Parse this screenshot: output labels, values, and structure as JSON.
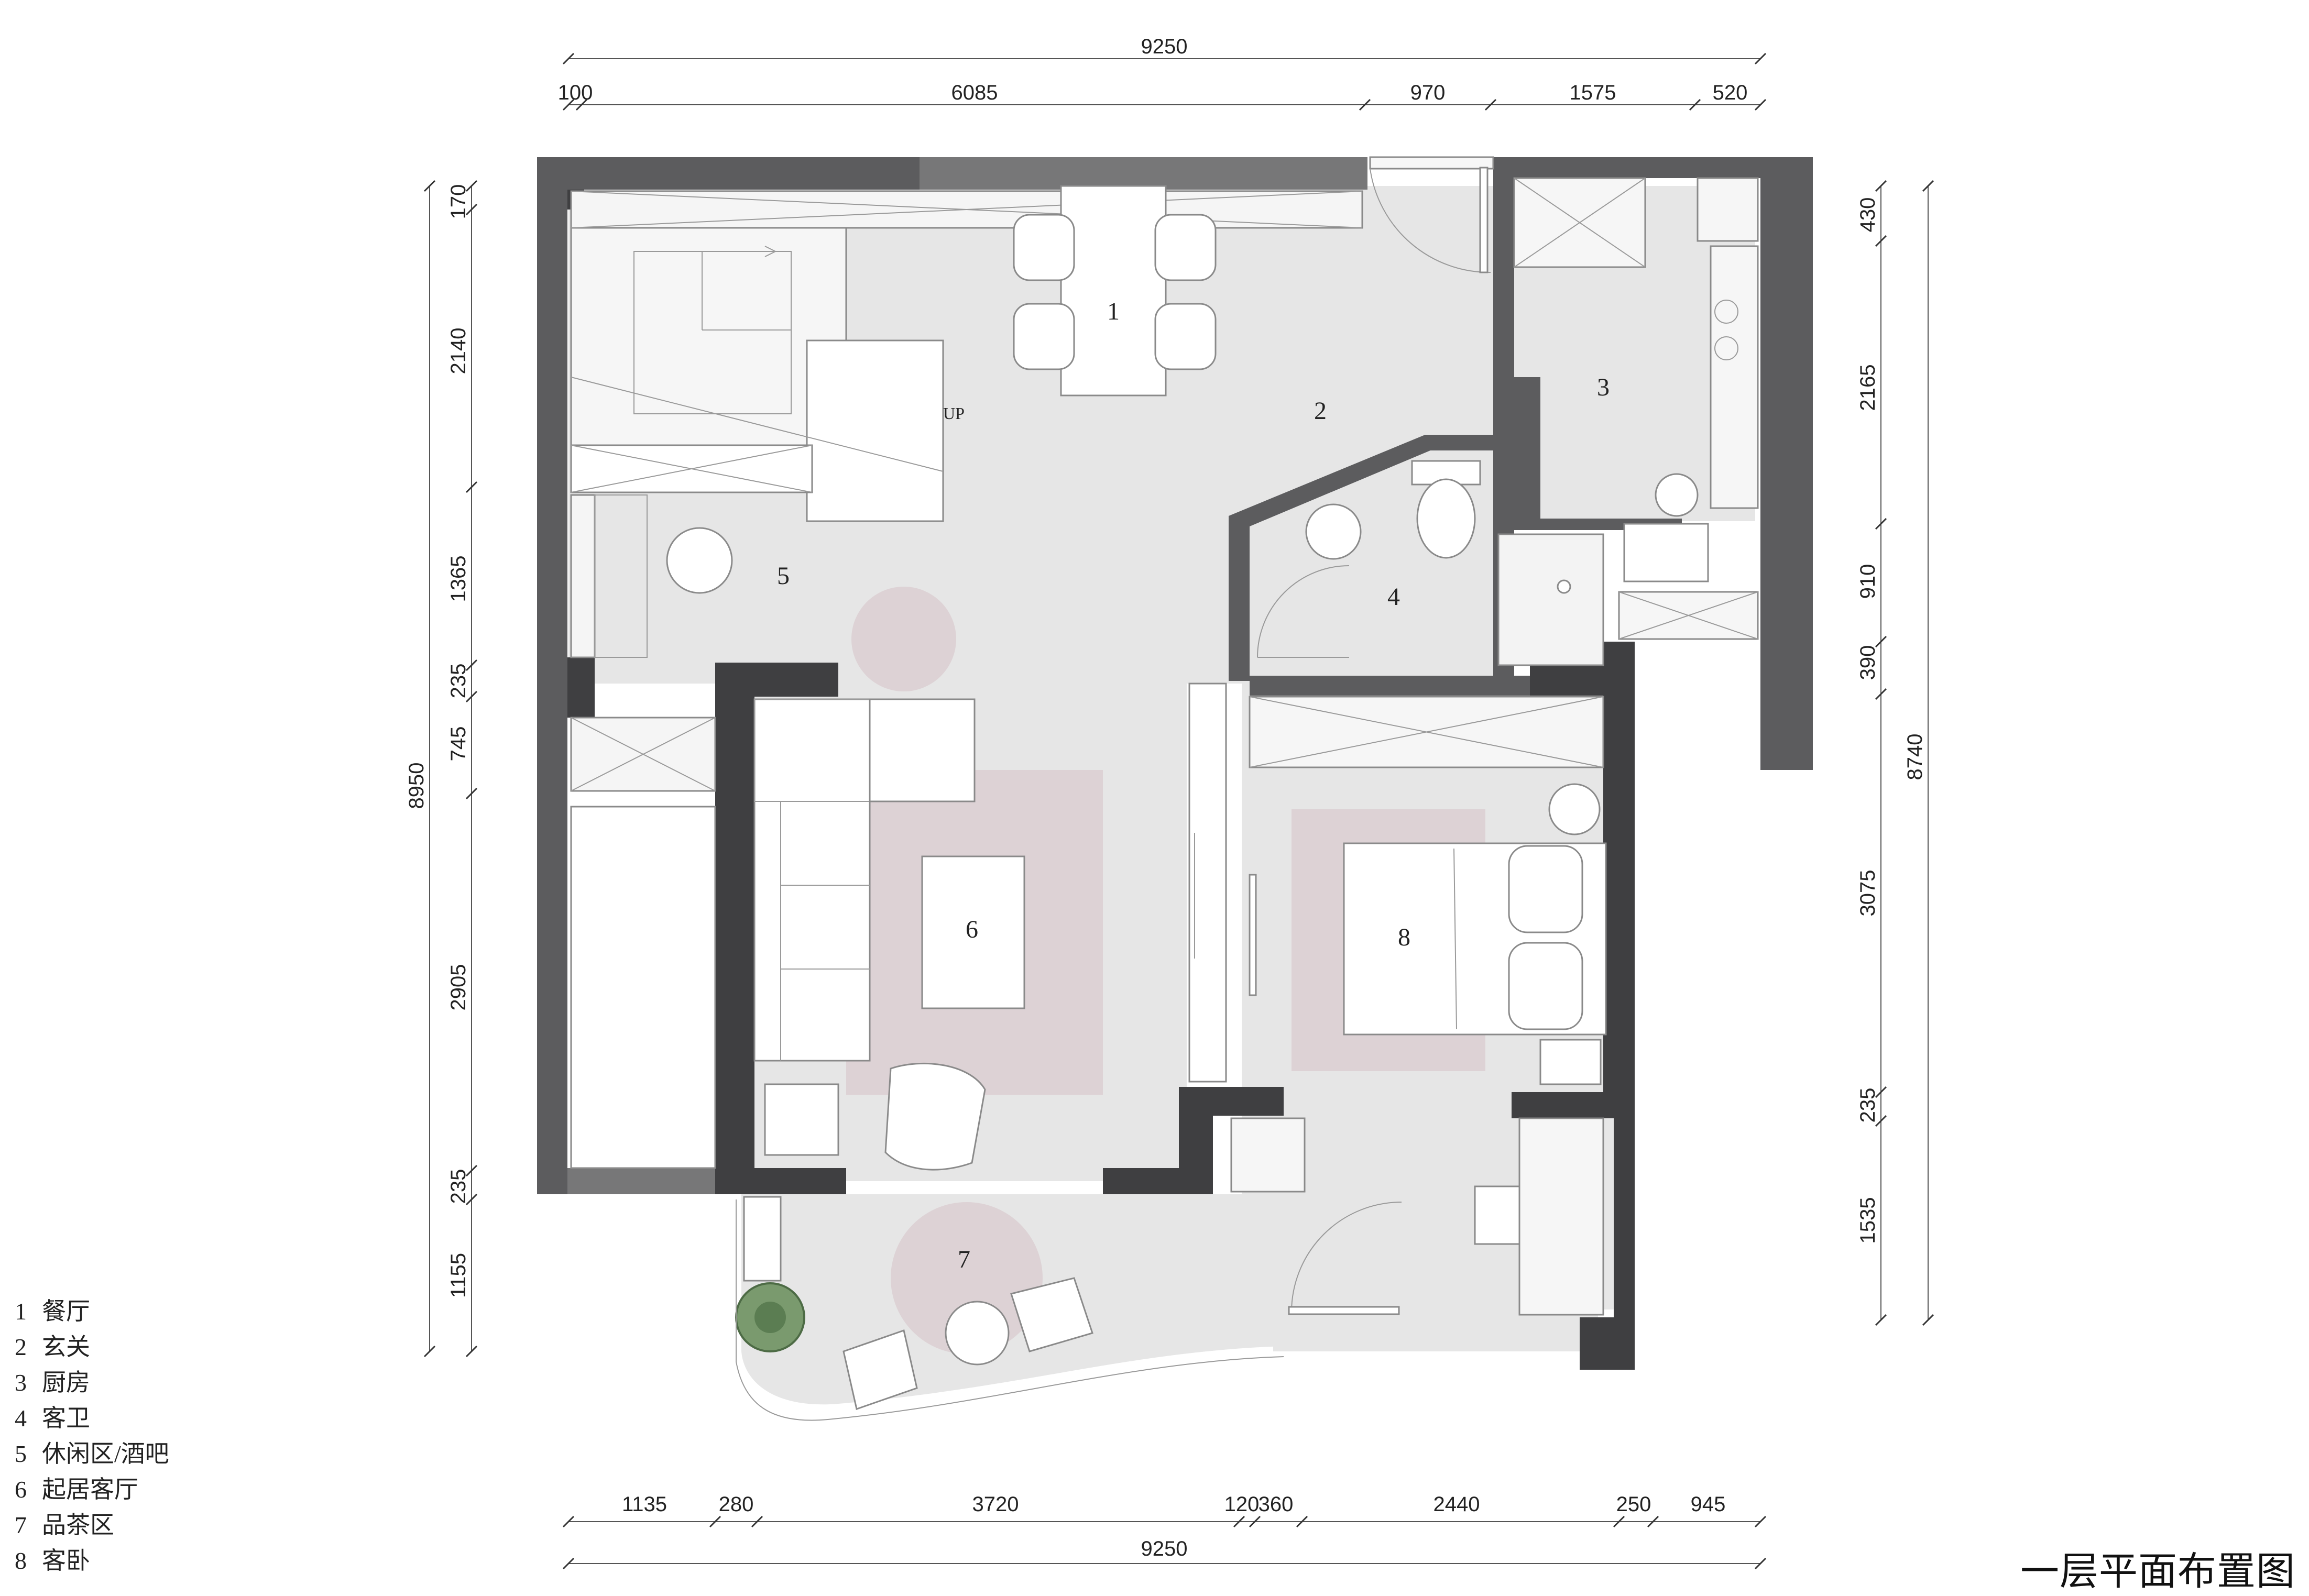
{
  "title": "一层平面布置图",
  "legend": [
    {
      "num": "1",
      "name": "餐厅"
    },
    {
      "num": "2",
      "name": "玄关"
    },
    {
      "num": "3",
      "name": "厨房"
    },
    {
      "num": "4",
      "name": "客卫"
    },
    {
      "num": "5",
      "name": "休闲区/酒吧"
    },
    {
      "num": "6",
      "name": "起居客厅"
    },
    {
      "num": "7",
      "name": "品茶区"
    },
    {
      "num": "8",
      "name": "客卧"
    }
  ],
  "room_numbers": [
    "1",
    "2",
    "3",
    "4",
    "5",
    "6",
    "7",
    "8"
  ],
  "stair_label": "UP",
  "dimensions": {
    "top_total": "9250",
    "top": [
      "100",
      "6085",
      "970",
      "1575",
      "520"
    ],
    "bottom_total": "9250",
    "bottom": [
      "1135",
      "280",
      "3720",
      "120",
      "360",
      "2440",
      "250",
      "945"
    ],
    "left_total": "8950",
    "left": [
      "170",
      "2140",
      "1365",
      "235",
      "745",
      "2905",
      "235",
      "1155"
    ],
    "right_total": "8740",
    "right": [
      "430",
      "2165",
      "910",
      "390",
      "3075",
      "235",
      "1535"
    ]
  },
  "colors": {
    "wall": "#5c5c5e",
    "floor": "#e6e6e6",
    "rug": "#ddd2d5"
  }
}
